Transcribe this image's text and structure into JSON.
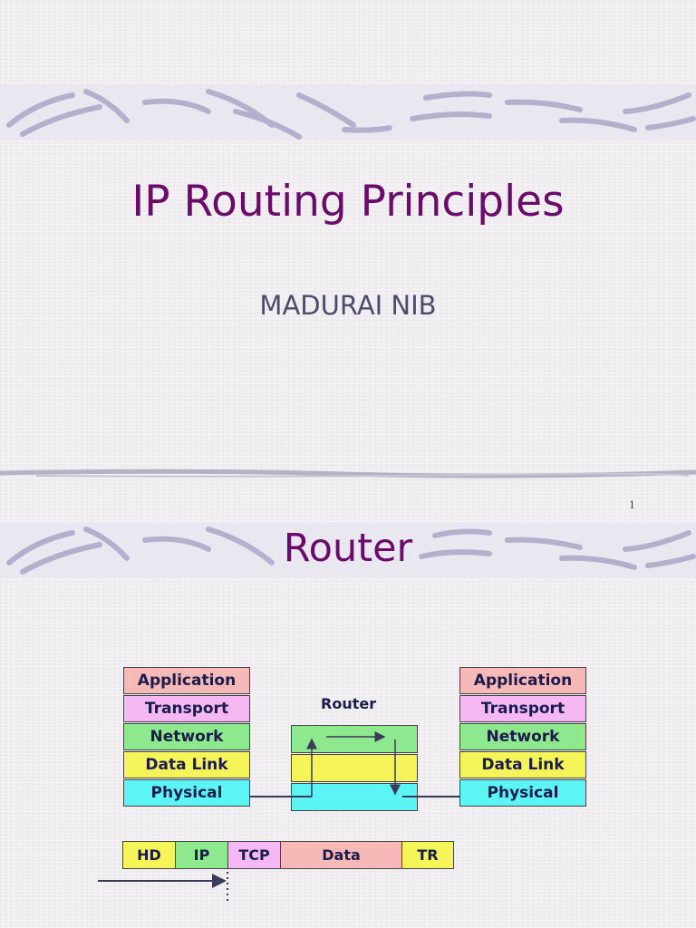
{
  "slide1": {
    "title": "IP Routing Principles",
    "subtitle": "MADURAI NIB",
    "slide_number": "1"
  },
  "slide2": {
    "title": "Router",
    "router_label": "Router",
    "left_stack": [
      {
        "label": "Application",
        "color": "#f7b8b8"
      },
      {
        "label": "Transport",
        "color": "#f5b8f5"
      },
      {
        "label": "Network",
        "color": "#8ee88e"
      },
      {
        "label": "Data Link",
        "color": "#f5f55a"
      },
      {
        "label": "Physical",
        "color": "#5cf5f5"
      }
    ],
    "right_stack": [
      {
        "label": "Application",
        "color": "#f7b8b8"
      },
      {
        "label": "Transport",
        "color": "#f5b8f5"
      },
      {
        "label": "Network",
        "color": "#8ee88e"
      },
      {
        "label": "Data Link",
        "color": "#f5f55a"
      },
      {
        "label": "Physical",
        "color": "#5cf5f5"
      }
    ],
    "router_stack_colors": [
      "#8ee88e",
      "#f5f55a",
      "#5cf5f5"
    ],
    "packet": [
      {
        "label": "HD",
        "color": "#f5f55a"
      },
      {
        "label": "IP",
        "color": "#8ee88e"
      },
      {
        "label": "TCP",
        "color": "#f5b8f5"
      },
      {
        "label": "Data",
        "color": "#f7b8b8"
      },
      {
        "label": "TR",
        "color": "#f5f55a"
      }
    ]
  },
  "colors": {
    "title": "#6a0a6a",
    "banner_stroke": "#a8a4c4"
  }
}
